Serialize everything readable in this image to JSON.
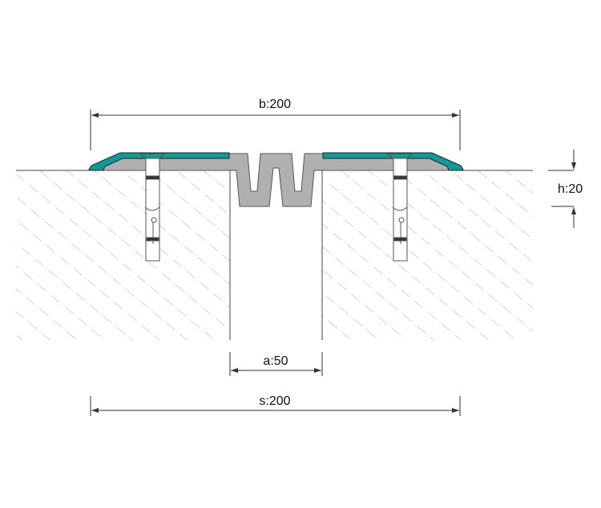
{
  "dimensions": {
    "b": "b:200",
    "a": "a:50",
    "s": "s:200",
    "h": "h:20"
  },
  "colors": {
    "cover_strip": "#0e9a96",
    "profile": "#b0b0b0",
    "hatch": "#999999",
    "line": "#333333"
  }
}
